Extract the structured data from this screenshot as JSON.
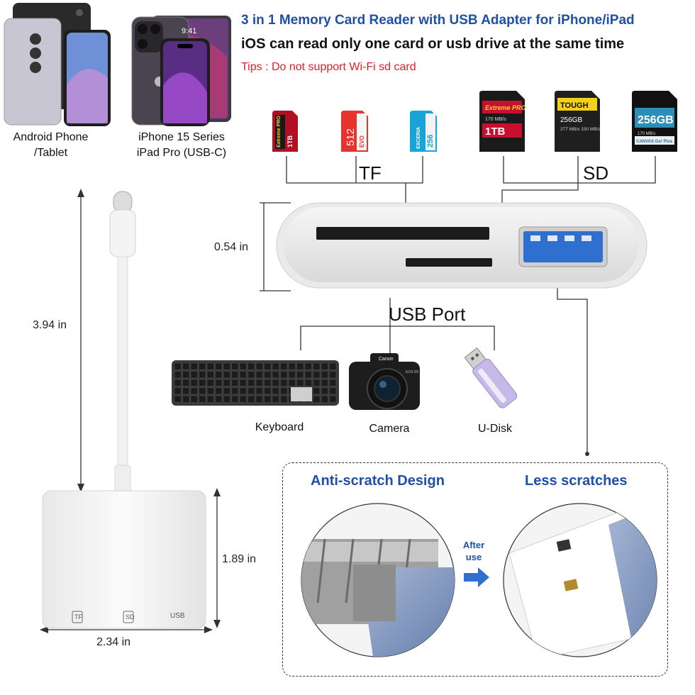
{
  "header": {
    "title": "3 in 1 Memory Card Reader with USB Adapter for iPhone/iPad",
    "subtitle": "iOS can read only one card or usb drive at the same time",
    "tips": "Tips : Do not support Wi-Fi sd card"
  },
  "devices": [
    {
      "label_line1": "Android Phone",
      "label_line2": "/Tablet"
    },
    {
      "label_line1": "iPhone 15 Series",
      "label_line2": "iPad Pro (USB-C)"
    }
  ],
  "phone_clock": "9:41",
  "cards": {
    "tf_group_label": "TF",
    "sd_group_label": "SD",
    "tf": [
      {
        "brand": "Extreme PRO",
        "capacity": "1TB",
        "color": "#c8102e"
      },
      {
        "brand": "EVO",
        "capacity": "512",
        "color": "#e8322c"
      },
      {
        "brand": "EXCERIA",
        "capacity": "256",
        "color": "#1aa3d6"
      }
    ],
    "sd": [
      {
        "brand": "Extreme PRO",
        "capacity": "1TB",
        "sub": "170 MB/s"
      },
      {
        "brand": "TOUGH",
        "capacity": "256GB",
        "sub": "277 MB/s 150 MB/s"
      },
      {
        "brand": "256GB",
        "capacity": "CANVAS Go! Plus",
        "sub": "170 MB/s"
      }
    ]
  },
  "dimensions": {
    "height_top": "0.54 in",
    "cable_length": "3.94 in",
    "body_height": "1.89 in",
    "body_width": "2.34 in"
  },
  "usb_port_label": "USB Port",
  "accessories": [
    {
      "label": "Keyboard"
    },
    {
      "label": "Camera",
      "brand": "Canon",
      "model": "EOS R5"
    },
    {
      "label": "U-Disk"
    }
  ],
  "adapter_ports": {
    "tf": "TF",
    "sd": "SD",
    "usb": "USB"
  },
  "scratch_box": {
    "left_title": "Anti-scratch Design",
    "right_title": "Less scratches",
    "after_line1": "After",
    "after_line2": "use"
  },
  "colors": {
    "title_blue": "#1f4fa8",
    "tips_red": "#d8232a",
    "usb_blue": "#2f6fd0"
  }
}
